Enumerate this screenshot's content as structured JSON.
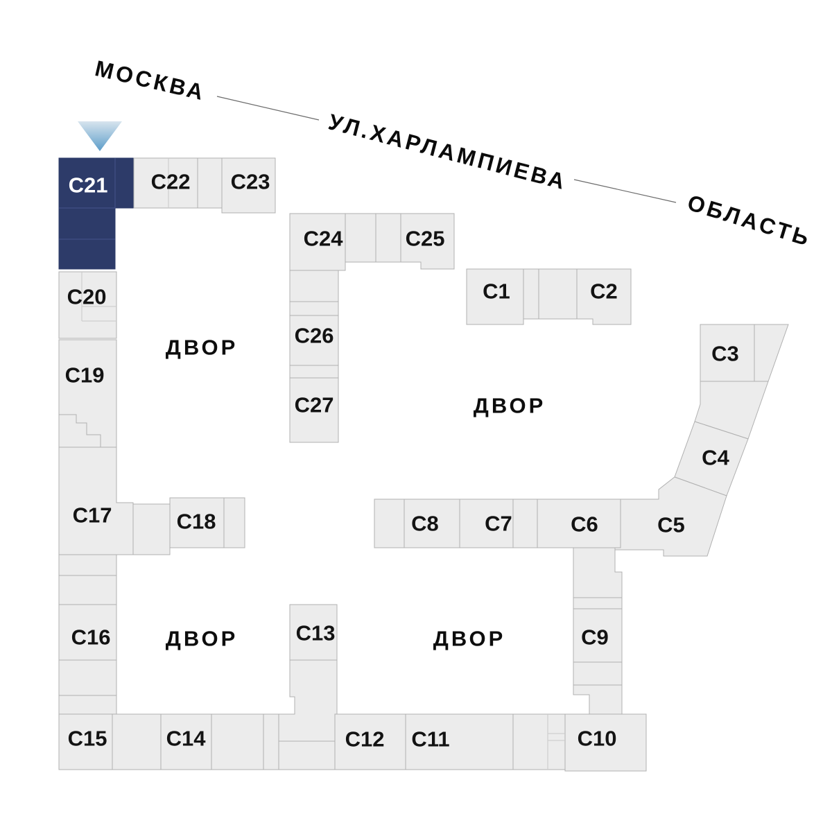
{
  "streets": {
    "origin_label": "МОСКВА",
    "street_name": "УЛ.ХАРЛАМПИЕВА",
    "destination_label": "ОБЛАСТЬ"
  },
  "selection": {
    "selected_building": "С21",
    "marker": "triangle-down"
  },
  "courtyards": [
    {
      "label": "ДВОР"
    },
    {
      "label": "ДВОР"
    },
    {
      "label": "ДВОР"
    },
    {
      "label": "ДВОР"
    }
  ],
  "buildings": {
    "c1": {
      "label": "С1"
    },
    "c2": {
      "label": "С2"
    },
    "c3": {
      "label": "С3"
    },
    "c4": {
      "label": "С4"
    },
    "c5": {
      "label": "С5"
    },
    "c6": {
      "label": "С6"
    },
    "c7": {
      "label": "С7"
    },
    "c8": {
      "label": "С8"
    },
    "c9": {
      "label": "С9"
    },
    "c10": {
      "label": "С10"
    },
    "c11": {
      "label": "С11"
    },
    "c12": {
      "label": "С12"
    },
    "c13": {
      "label": "С13"
    },
    "c14": {
      "label": "С14"
    },
    "c15": {
      "label": "С15"
    },
    "c16": {
      "label": "С16"
    },
    "c17": {
      "label": "С17"
    },
    "c18": {
      "label": "С18"
    },
    "c19": {
      "label": "С19"
    },
    "c20": {
      "label": "С20"
    },
    "c21": {
      "label": "С21",
      "selected": true
    },
    "c22": {
      "label": "С22"
    },
    "c23": {
      "label": "С23"
    },
    "c24": {
      "label": "С24"
    },
    "c25": {
      "label": "С25"
    },
    "c26": {
      "label": "С26"
    },
    "c27": {
      "label": "С27"
    }
  },
  "colors": {
    "selected_fill": "#2d3b69",
    "selected_text": "#ffffff",
    "building_fill": "#ececec",
    "building_stroke": "#b0b0b0",
    "divider": "#c9c9c9",
    "label_text": "#131313",
    "street_line": "#6b6b6b",
    "marker_gradient_top": "#d7e4ee",
    "marker_gradient_bottom": "#5c9dc9"
  }
}
